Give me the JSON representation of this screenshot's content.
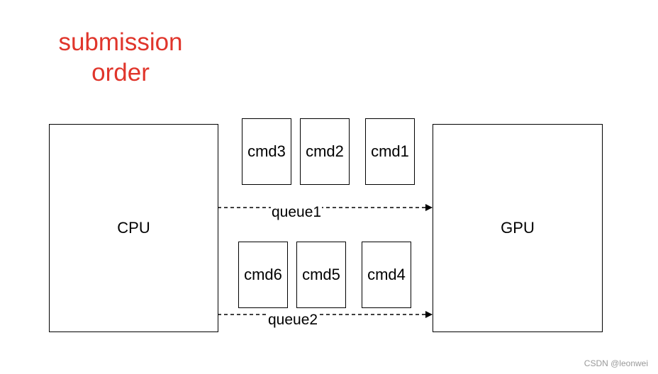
{
  "title_lines": [
    "submission",
    "order"
  ],
  "title_color": "#e0352b",
  "cpu_label": "CPU",
  "gpu_label": "GPU",
  "queues": [
    {
      "label": "queue1",
      "commands": [
        "cmd3",
        "cmd2",
        "cmd1"
      ]
    },
    {
      "label": "queue2",
      "commands": [
        "cmd6",
        "cmd5",
        "cmd4"
      ]
    }
  ],
  "watermark": "CSDN @leonwei"
}
